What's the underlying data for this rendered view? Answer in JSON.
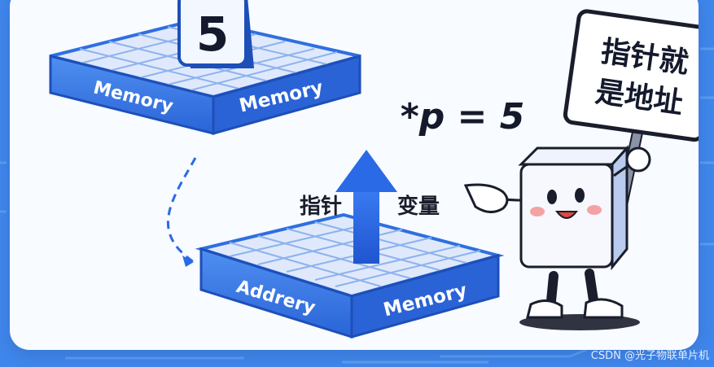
{
  "top_platform": {
    "left_label": "Memory",
    "right_label": "Memory",
    "value_tile": "5"
  },
  "expression": "*p = 5",
  "arrow_left_label": "指针",
  "arrow_right_label": "变量",
  "bottom_platform": {
    "left_label": "Addrery",
    "right_label": "Memory"
  },
  "sign_lines": [
    "指针就",
    "是地址"
  ],
  "watermark": "CSDN @光子物联单片机",
  "colors": {
    "background_blue": "#3f86ec",
    "platform_blue": "#2f6fe0",
    "platform_dark": "#1d4fb8",
    "grid_light": "#dbe8fb",
    "accent_arrow": "#2a6ae6",
    "ink": "#1a1d2b"
  }
}
